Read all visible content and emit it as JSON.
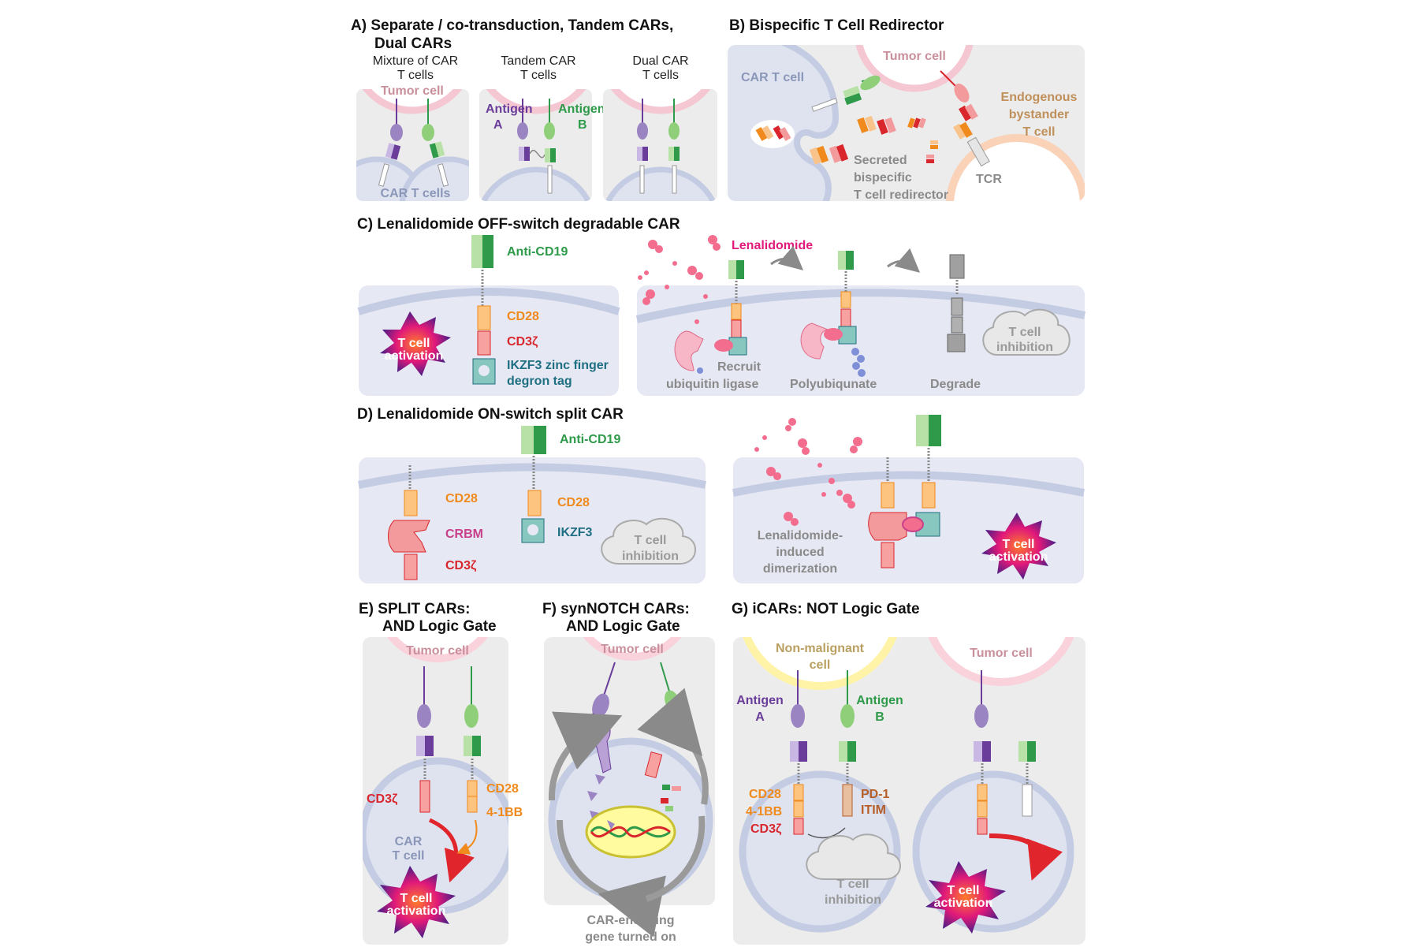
{
  "panelA": {
    "title1": "A) Separate / co-transduction, Tandem CARs,",
    "title2": "Dual CARs",
    "col1_l1": "Mixture of CAR",
    "col1_l2": "T cells",
    "col2_l1": "Tandem CAR",
    "col2_l2": "T cells",
    "col3_l1": "Dual CAR",
    "col3_l2": "T cells",
    "tumor": "Tumor cell",
    "car_t": "CAR T cells",
    "antigenA_1": "Antigen",
    "antigenA_2": "A",
    "antigenB_1": "Antigen",
    "antigenB_2": "B"
  },
  "panelB": {
    "title": "B) Bispecific T Cell Redirector",
    "tumor": "Tumor cell",
    "car_t": "CAR T cell",
    "endo1": "Endogenous",
    "endo2": "bystander",
    "endo3": "T cell",
    "sec1": "Secreted",
    "sec2": "bispecific",
    "sec3": "T cell redirector",
    "tcr": "TCR"
  },
  "panelC": {
    "title": "C) Lenalidomide OFF-switch degradable CAR",
    "anti_cd19": "Anti-CD19",
    "cd28": "CD28",
    "cd3z": "CD3ζ",
    "ikzf3_1": "IKZF3 zinc finger",
    "ikzf3_2": "degron tag",
    "act1": "T cell",
    "act2": "activation",
    "lenalidomide": "Lenalidomide",
    "recruit1": "Recruit",
    "recruit2": "ubiquitin ligase",
    "polyub": "Polyubiqunate",
    "degrade": "Degrade",
    "inh1": "T cell",
    "inh2": "inhibition"
  },
  "panelD": {
    "title": "D) Lenalidomide ON-switch split CAR",
    "anti_cd19": "Anti-CD19",
    "cd28a": "CD28",
    "crbm": "CRBM",
    "cd3z": "CD3ζ",
    "cd28b": "CD28",
    "ikzf3": "IKZF3",
    "inh1": "T cell",
    "inh2": "inhibition",
    "dim1": "Lenalidomide-",
    "dim2": "induced",
    "dim3": "dimerization",
    "act1": "T cell",
    "act2": "activation"
  },
  "panelE": {
    "title1": "E) SPLIT CARs:",
    "title2": "AND Logic Gate",
    "tumor": "Tumor cell",
    "cd3z": "CD3ζ",
    "cd28": "CD28",
    "fourbb": "4-1BB",
    "car1": "CAR",
    "car2": "T cell",
    "act1": "T cell",
    "act2": "activation"
  },
  "panelF": {
    "title1": "F) synNOTCH CARs:",
    "title2": "AND Logic Gate",
    "tumor": "Tumor cell",
    "cap1": "CAR-encoding",
    "cap2": "gene turned on"
  },
  "panelG": {
    "title": "G) iCARs: NOT Logic Gate",
    "nonmal1": "Non-malignant",
    "nonmal2": "cell",
    "tumor": "Tumor cell",
    "antigenA_1": "Antigen",
    "antigenA_2": "A",
    "antigenB_1": "Antigen",
    "antigenB_2": "B",
    "cd28": "CD28",
    "fourbb": "4-1BB",
    "cd3z": "CD3ζ",
    "pd1": "PD-1",
    "itim": "ITIM",
    "inh1": "T cell",
    "inh2": "inhibition",
    "act1": "T cell",
    "act2": "activation"
  }
}
